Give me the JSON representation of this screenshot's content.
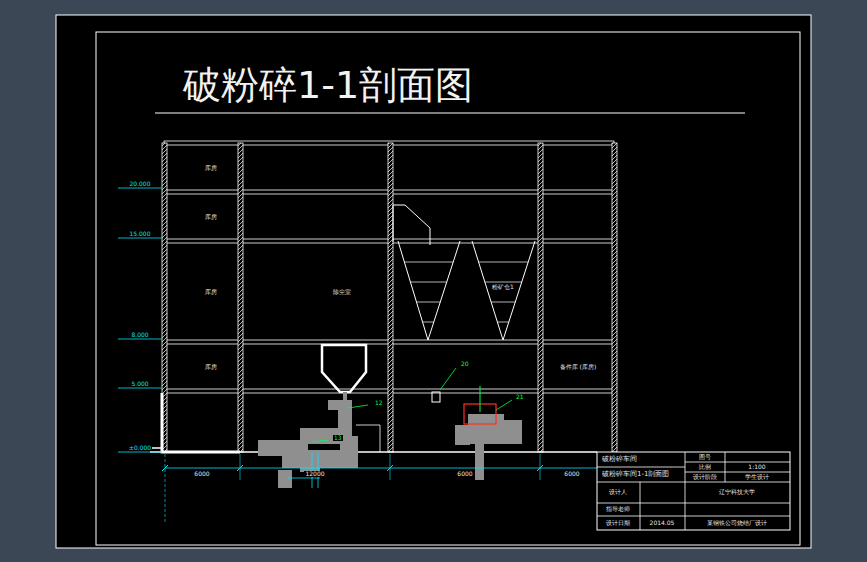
{
  "diagram": {
    "title": "破粉碎1-1剖面图",
    "nodes": [
      {
        "text": [
          "库房"
        ]
      },
      {
        "text": [
          "库房"
        ]
      },
      {
        "text": [
          "库房"
        ]
      },
      {
        "text": [
          "除尘室"
        ]
      },
      {
        "text": [
          "库房"
        ]
      },
      {
        "text": [
          "备件库 (库房)"
        ]
      }
    ],
    "labels": [
      "20.000",
      "15.000",
      "8.000",
      "5.000",
      "±0.000",
      "粉矿仓1",
      "12",
      "13",
      "20",
      "21",
      "6000",
      "12000",
      "6000",
      "6000",
      "破粉碎车间",
      "破粉碎车间1-1剖面图",
      "设计人",
      "指导老师",
      "设计日期",
      "2014.05",
      "图号",
      "比例",
      "1:100",
      "设计阶段",
      "学生设计",
      "辽宁科技大学",
      "某钢铁公司烧结厂设计"
    ]
  }
}
